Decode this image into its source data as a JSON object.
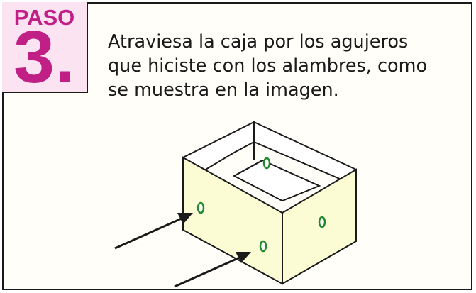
{
  "step": {
    "word": "PASO",
    "number": "3."
  },
  "instruction": {
    "lines": [
      "Atraviesa la caja por los agujeros",
      "que hiciste con los alambres, como",
      "se muestra en la imagen."
    ]
  },
  "illustration": {
    "box_face_color": "#fbfbd4",
    "hole_color": "#1f8a2e",
    "arrow_count": 2
  }
}
